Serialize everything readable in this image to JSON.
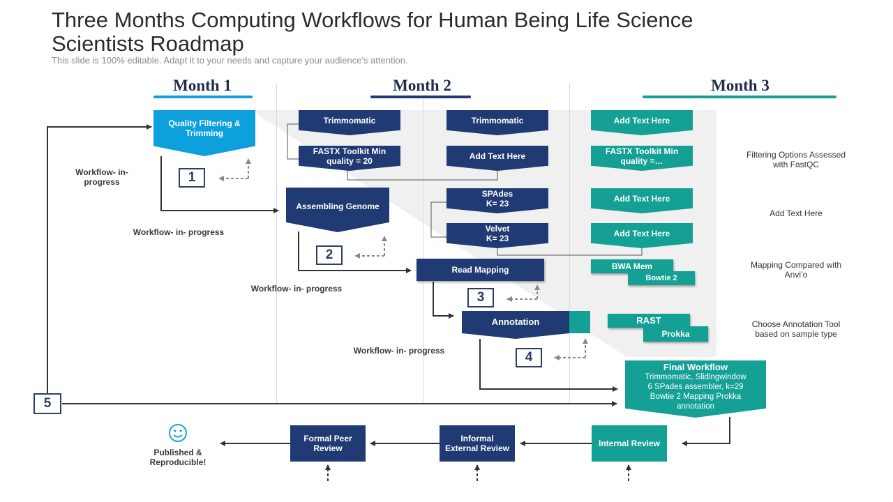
{
  "header": {
    "title": "Three Months Computing Workflows for Human Being Life Science Scientists Roadmap",
    "subtitle": "This slide is 100% editable. Adapt it to your needs and capture your audience's attention."
  },
  "months": [
    "Month 1",
    "Month 2",
    "Month 3"
  ],
  "colors": {
    "navy": "#203a73",
    "teal": "#14a095",
    "blue": "#0ea0dd",
    "dark_border": "#2b3f66"
  },
  "month1": {
    "quality_filtering": "Quality Filtering & Trimming",
    "workflow_label_1": "Workflow- in- progress",
    "workflow_label_2": "Workflow- in- progress"
  },
  "month2": {
    "trimmomatic_a": "Trimmomatic",
    "fastx_a": "FASTX Toolkit Min quality = 20",
    "assembling_genome": "Assembling Genome",
    "trimmomatic_b": "Trimmomatic",
    "add_text_b": "Add Text Here",
    "spades_name": "SPAdes",
    "spades_k": "K= 23",
    "velvet_name": "Velvet",
    "velvet_k": "K= 23",
    "read_mapping": "Read Mapping",
    "annotation": "Annotation",
    "workflow_label_3": "Workflow- in- progress",
    "workflow_label_4": "Workflow- in- progress"
  },
  "month3": {
    "add_text_1": "Add Text Here",
    "fastx_b": "FASTX Toolkit Min quality =…",
    "add_text_2": "Add Text Here",
    "add_text_3": "Add Text Here",
    "bwa_mem": "BWA Mem",
    "bowtie2": "Bowtie 2",
    "rast": "RAST",
    "prokka": "Prokka"
  },
  "final_workflow": {
    "title": "Final Workflow",
    "lines": [
      "Trimmomatic, Slidingwindow",
      "6 SPades assembler, k=29",
      "Bowtie 2 Mapping Prokka",
      "annotation"
    ]
  },
  "notes": {
    "n1": "Filtering Options Assessed with FastQC",
    "n2": "Add Text Here",
    "n3": "Mapping Compared with Anvi’o",
    "n4": "Choose Annotation Tool based on sample type"
  },
  "steps": [
    "1",
    "2",
    "3",
    "4",
    "5"
  ],
  "review": {
    "internal": "Internal Review",
    "informal": "Informal External Review",
    "formal": "Formal Peer Review",
    "published": "Published & Reproducible!"
  },
  "icons": {
    "smiley": "smiley-icon"
  }
}
